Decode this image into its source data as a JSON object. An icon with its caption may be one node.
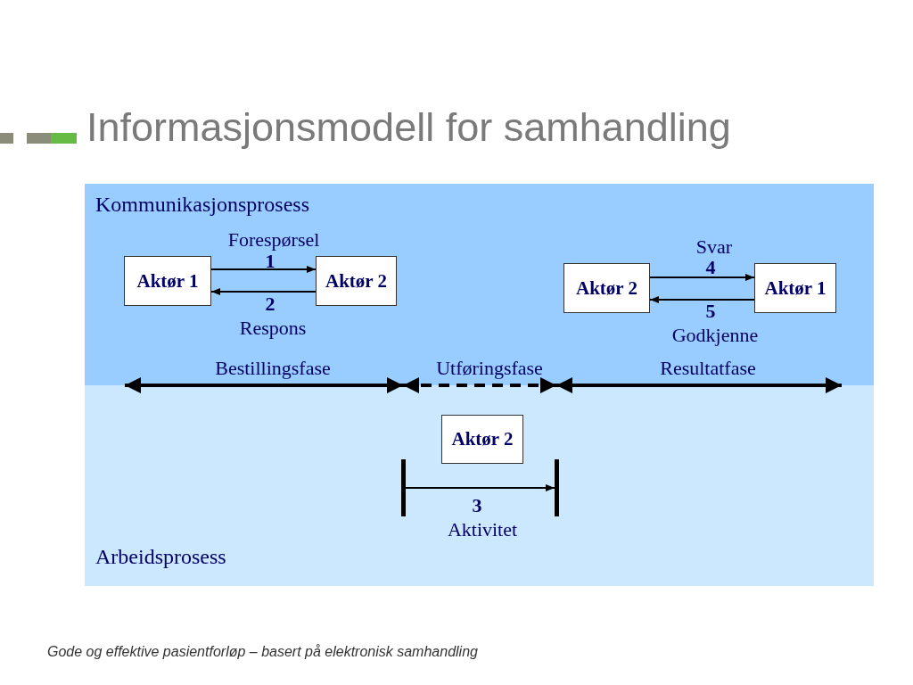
{
  "diagram": {
    "title": "Informasjonsmodell for samhandling",
    "caption": "Gode og effektive pasientforløp – basert på elektronisk samhandling",
    "nodes": [
      {
        "text": [
          "Kommunikasjonsprosess"
        ]
      },
      {
        "text": [
          "Arbeidsprosess"
        ]
      },
      {
        "text": [
          "Aktør 1"
        ],
        "in": 0
      },
      {
        "text": [
          "Aktør 2"
        ],
        "in": 0
      },
      {
        "text": [
          "Aktør 2"
        ],
        "in": 0
      },
      {
        "text": [
          "Aktør 1"
        ],
        "in": 0
      },
      {
        "text": [
          "Aktør 2"
        ],
        "in": 1
      },
      {
        "text": [],
        "shape": "bar",
        "in": 1
      },
      {
        "text": [],
        "shape": "bar",
        "in": 1
      }
    ],
    "edges": [
      {
        "from": 2,
        "to": 3,
        "arrow": "to",
        "label": "1"
      },
      {
        "from": 3,
        "to": 2,
        "arrow": "to",
        "label": "2"
      },
      {
        "from": 4,
        "to": 5,
        "arrow": "to",
        "label": "4"
      },
      {
        "from": 5,
        "to": 4,
        "arrow": "to",
        "label": "5"
      },
      {
        "from": 7,
        "to": 8,
        "arrow": "to",
        "label": "3"
      }
    ],
    "labels": [
      "Forespørsel",
      "Respons",
      "Svar",
      "Godkjenne",
      "Bestillingsfase",
      "Utføringsfase",
      "Resultatfase",
      "Aktivitet"
    ]
  }
}
